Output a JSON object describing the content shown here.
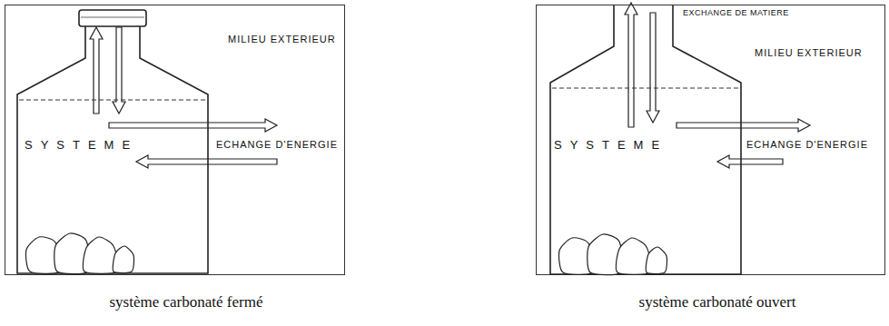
{
  "diagram": {
    "nodes": [
      {
        "text": [
          "MILIEU EXTERIEUR"
        ]
      },
      {
        "text": [
          "SYSTEME"
        ],
        "in": 0
      },
      {
        "text": [
          "MILIEU EXTERIEUR"
        ]
      },
      {
        "text": [
          "SYSTEME"
        ],
        "in": 2
      }
    ],
    "labels": [
      "ECHANGE D'ENERGIE",
      "système carbonaté fermé",
      "EXCHANGE DE MATIERE",
      "ECHANGE D'ENERGIE",
      "système carbonaté ouvert"
    ]
  }
}
